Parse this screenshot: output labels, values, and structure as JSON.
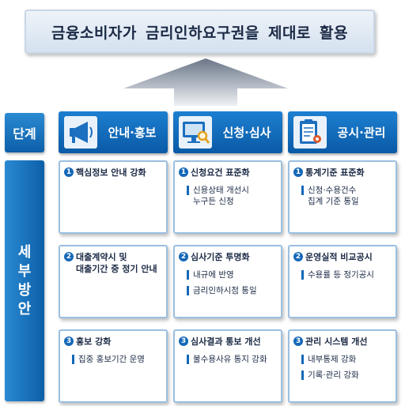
{
  "title": "금융소비자가  금리인하요구권을  제대로  활용",
  "left": {
    "stage": "단계",
    "details": [
      "세",
      "부",
      "방",
      "안"
    ]
  },
  "columns": [
    {
      "label": "안내·홍보",
      "icon": "megaphone-icon",
      "cells": [
        {
          "num": "1",
          "title": "핵심정보 안내 강화",
          "bullets": []
        },
        {
          "num": "2",
          "title": "대출계약시 및\n대출기간 중 정기 안내",
          "bullets": []
        },
        {
          "num": "3",
          "title": "홍보 강화",
          "bullets": [
            "집중 홍보기간 운영"
          ]
        }
      ]
    },
    {
      "label": "신청·심사",
      "icon": "monitor-magnifier-icon",
      "cells": [
        {
          "num": "1",
          "title": "신청요건 표준화",
          "bullets": [
            "신용상태 개선시\n누구든 신청"
          ]
        },
        {
          "num": "2",
          "title": "심사기준 투명화",
          "bullets": [
            "내규에 반영",
            "금리인하시점 통일"
          ]
        },
        {
          "num": "3",
          "title": "심사결과 통보 개선",
          "bullets": [
            "불수용사유 통지 강화"
          ]
        }
      ]
    },
    {
      "label": "공시·관리",
      "icon": "clipboard-gear-icon",
      "cells": [
        {
          "num": "1",
          "title": "통계기준 표준화",
          "bullets": [
            "신청·수용건수\n집계 기준 통일"
          ]
        },
        {
          "num": "2",
          "title": "운영실적 비교공시",
          "bullets": [
            "수용률 등 정기공시"
          ]
        },
        {
          "num": "3",
          "title": "관리 시스템 개선",
          "bullets": [
            "내부통제 강화",
            "기록·관리 강화"
          ]
        }
      ]
    }
  ]
}
